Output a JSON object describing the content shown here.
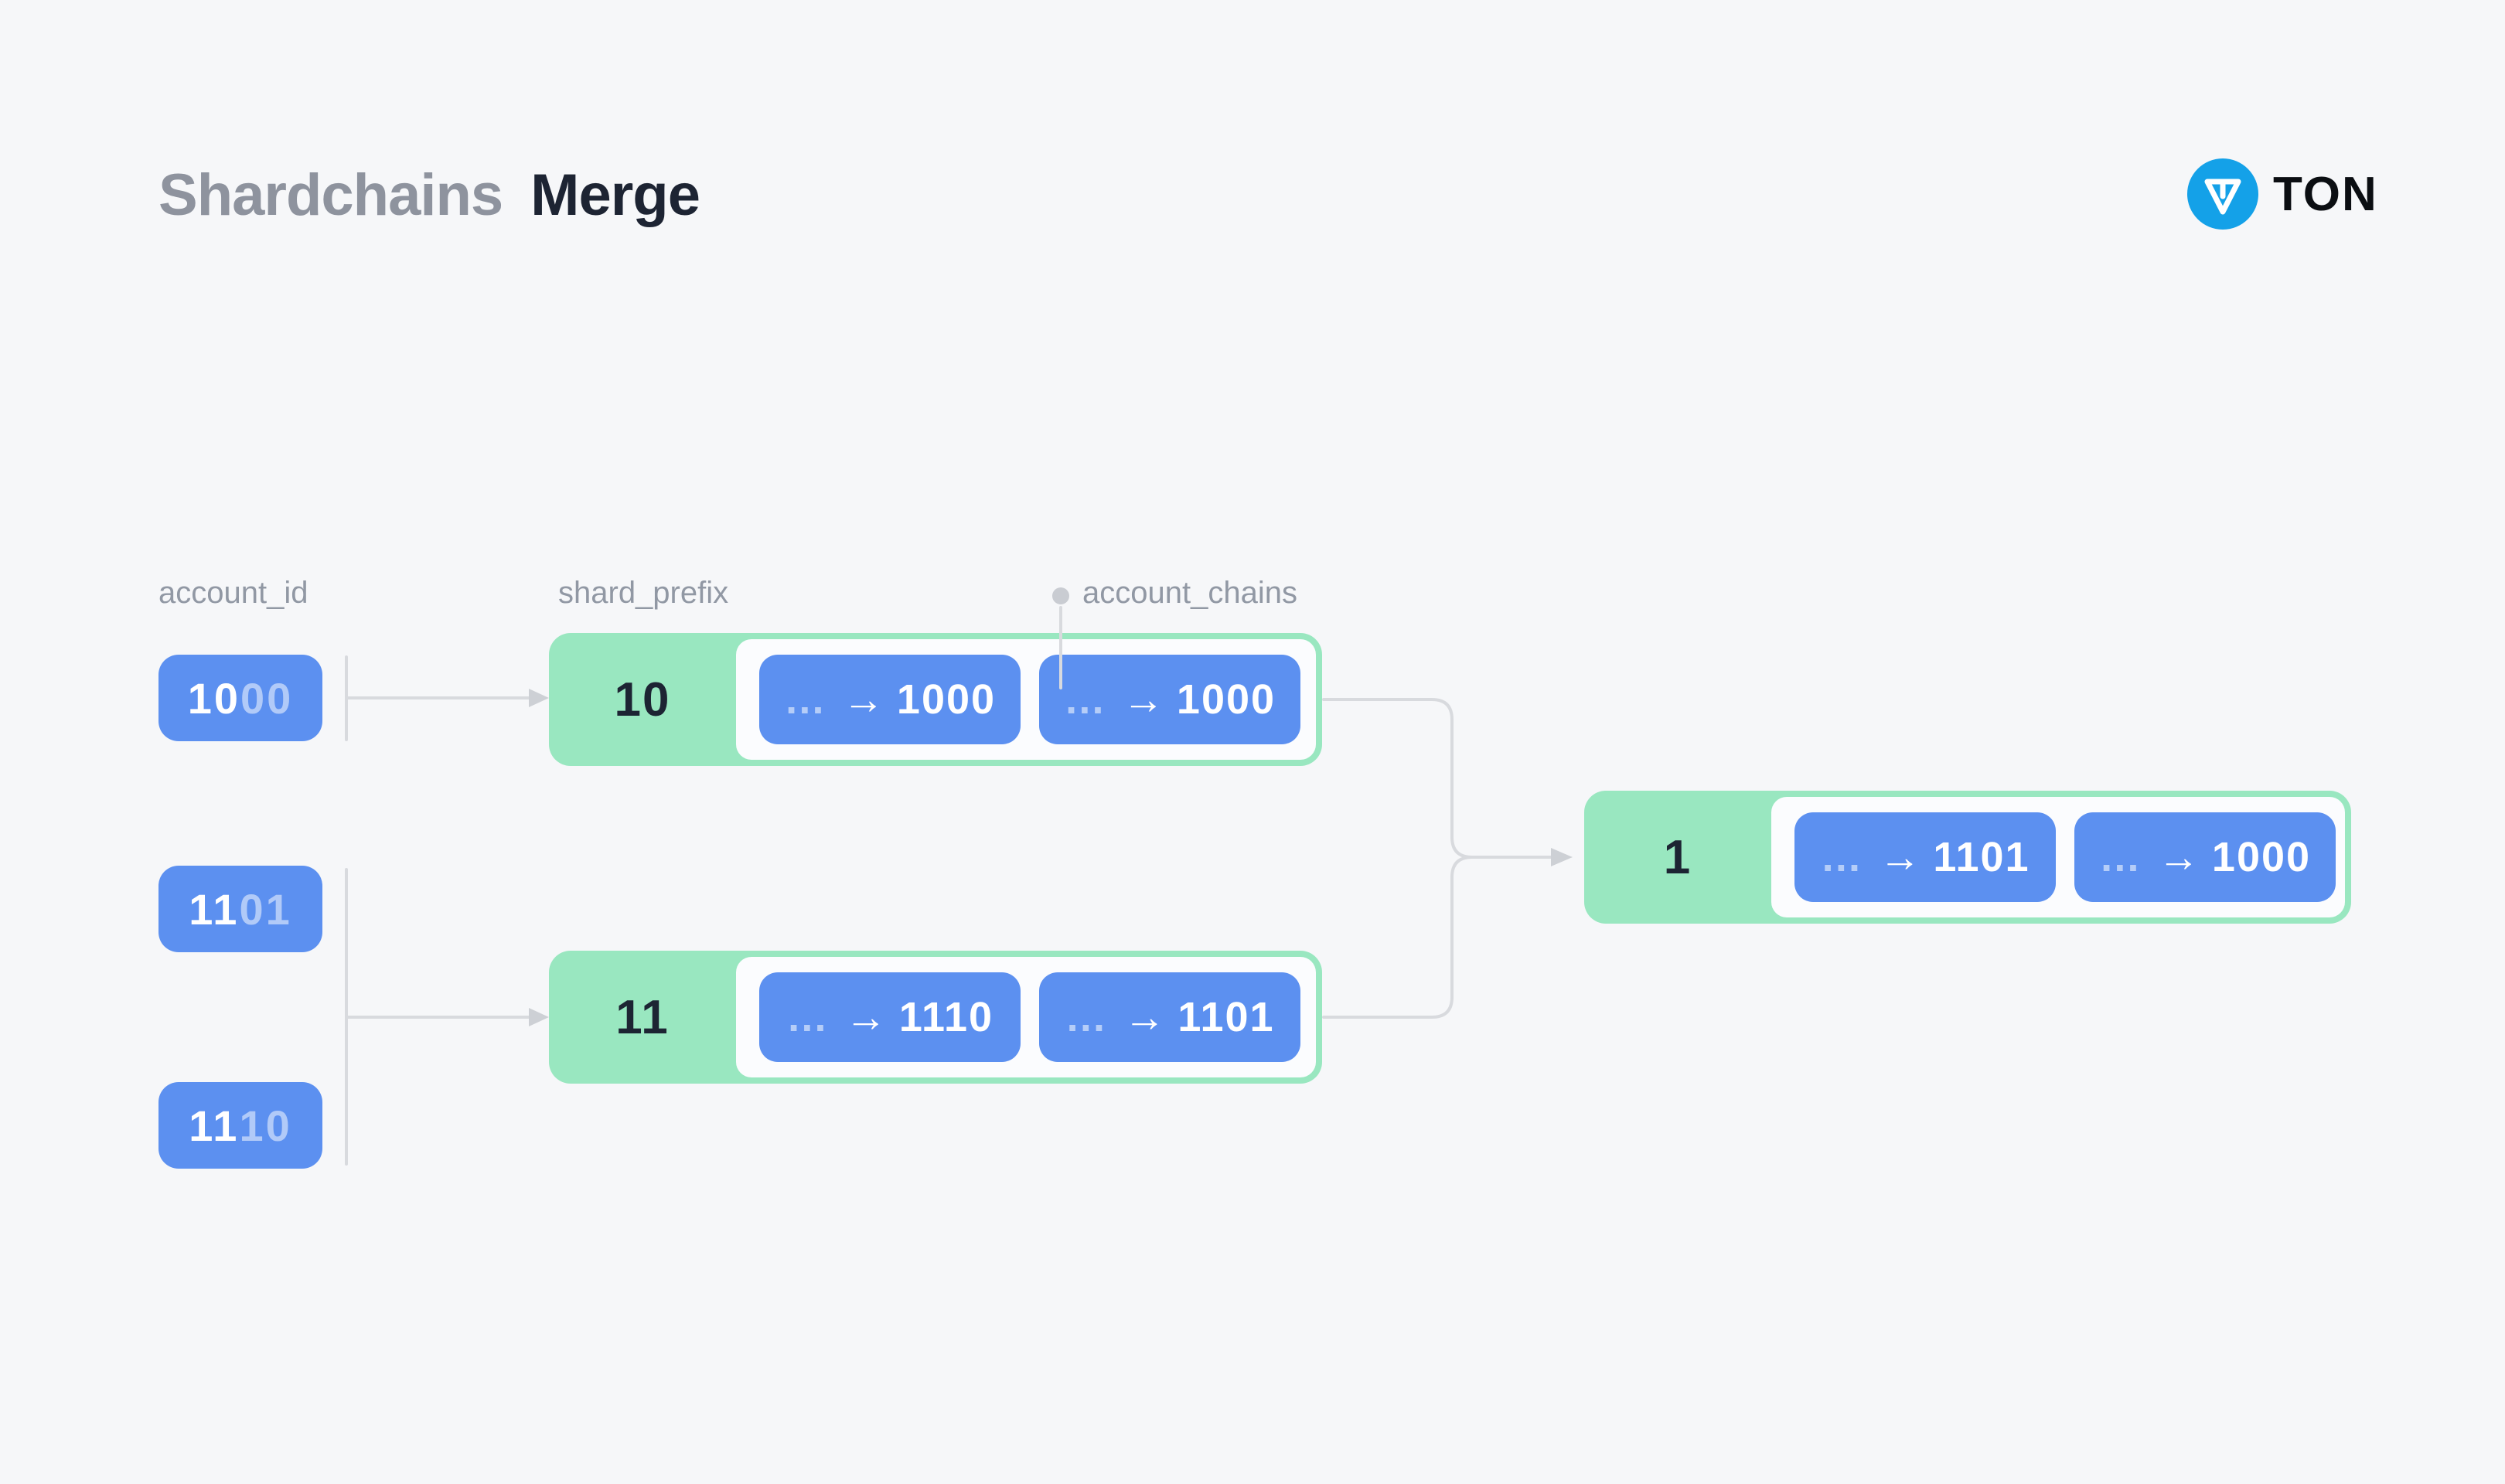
{
  "header": {
    "title_muted": "Shardchains",
    "title_strong": "Merge"
  },
  "logo": {
    "text": "TON"
  },
  "labels": {
    "account_id": "account_id",
    "shard_prefix": "shard_prefix",
    "account_chains": "account_chains"
  },
  "glyphs": {
    "ellipsis": "…",
    "arrow": "→"
  },
  "account_ids": [
    {
      "prefix": "10",
      "rest": "00"
    },
    {
      "prefix": "11",
      "rest": "01"
    },
    {
      "prefix": "11",
      "rest": "10"
    }
  ],
  "shards": [
    {
      "prefix": "10",
      "chains": [
        "1000",
        "1000"
      ]
    },
    {
      "prefix": "11",
      "chains": [
        "1110",
        "1101"
      ]
    }
  ],
  "merged": {
    "prefix": "1",
    "chains": [
      "1101",
      "1000"
    ]
  },
  "colors": {
    "bg": "#F6F7F9",
    "green": "#99E7C0",
    "blue": "#5C90F0",
    "panel": "#FBFCFE",
    "line": "#D8DADE",
    "arrowfill": "#CDD0D5",
    "dark": "#1D2433",
    "muted": "#8E939E",
    "label": "#9198A4",
    "tonblue": "#14A1E8",
    "logotext": "#0B0E12"
  }
}
